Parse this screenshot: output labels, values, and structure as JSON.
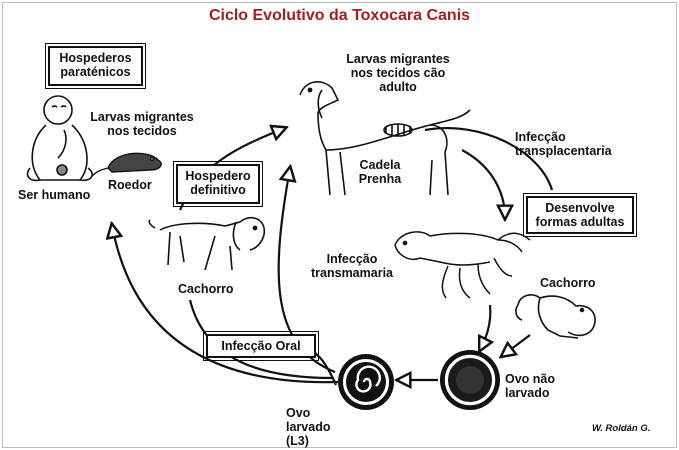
{
  "title": "Ciclo Evolutivo da Toxocara Canis",
  "boxes": {
    "paratenic_hosts": "Hospederos paraténicos",
    "definitive_host": "Hospedero definitivo",
    "adult_forms": "Desenvolve formas adultas",
    "oral_infection": "Infecção Oral"
  },
  "labels": {
    "migrating_larvae_tissues": "Larvas migrantes nos tecidos",
    "human": "Ser humano",
    "rodent": "Roedor",
    "migrating_larvae_adult_dog": "Larvas migrantes nos tecidos cão adulto",
    "pregnant_bitch": "Cadela Prenha",
    "transplacental": "Infecção transplacentaria",
    "transmammary": "Infecção transmamaria",
    "puppy_left": "Cachorro",
    "puppy_right": "Cachorro",
    "unlarvated_egg": "Ovo não larvado",
    "larvated_egg": "Ovo larvado (L3)"
  },
  "credit": "W. Roldán G."
}
